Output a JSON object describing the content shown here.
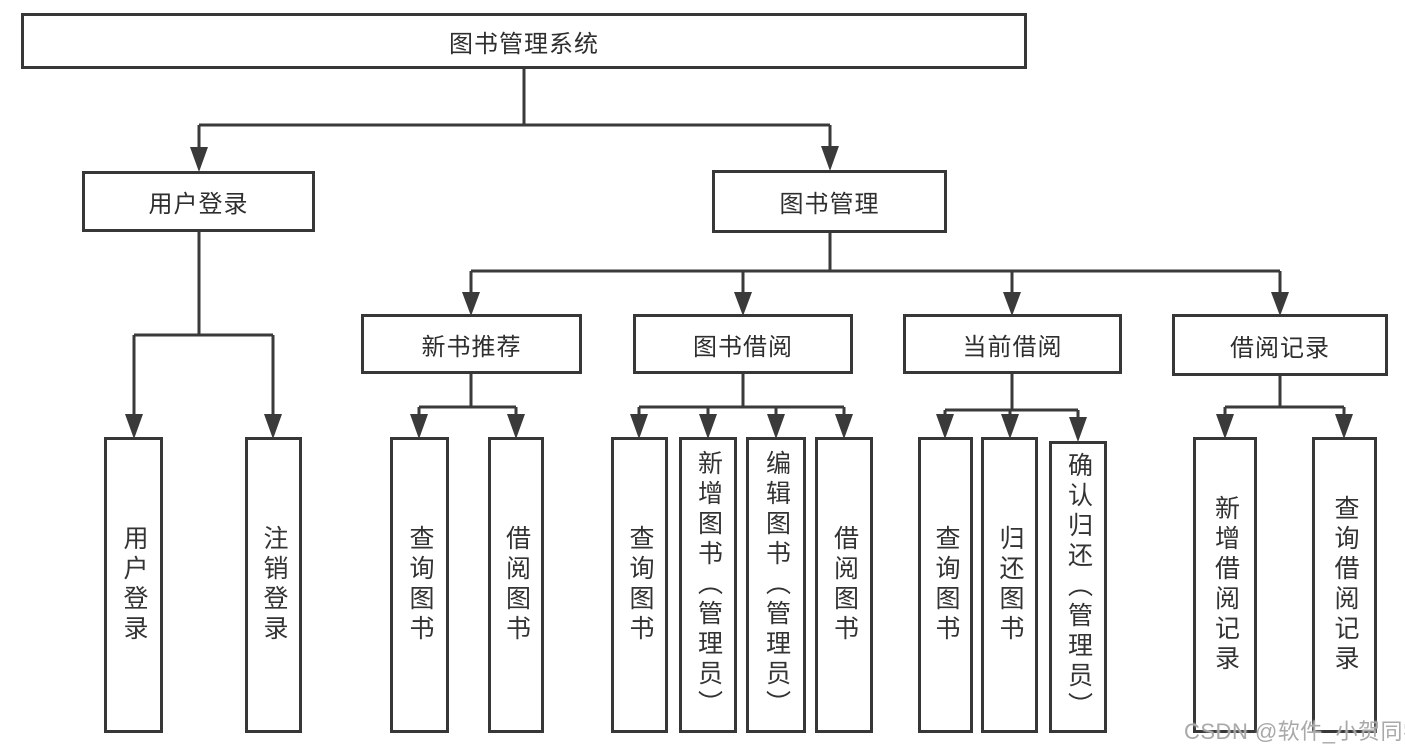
{
  "nodes": {
    "root": {
      "label": "图书管理系统"
    },
    "level1": {
      "user_login": {
        "label": "用户登录"
      },
      "book_management": {
        "label": "图书管理"
      }
    },
    "level2": {
      "new_book_recommend": {
        "label": "新书推荐"
      },
      "book_borrow": {
        "label": "图书借阅"
      },
      "current_borrow": {
        "label": "当前借阅"
      },
      "borrow_record": {
        "label": "借阅记录"
      }
    },
    "leaves": {
      "user_login": {
        "label": "用户登录"
      },
      "logout": {
        "label": "注销登录"
      },
      "recommend_query_book": {
        "label": "查询图书"
      },
      "recommend_borrow_book": {
        "label": "借阅图书"
      },
      "borrow_query_book": {
        "label": "查询图书"
      },
      "add_book_admin": {
        "label": "新增图书（管理员）"
      },
      "edit_book_admin": {
        "label": "编辑图书（管理员）"
      },
      "borrow_borrow_book": {
        "label": "借阅图书"
      },
      "current_query_book": {
        "label": "查询图书"
      },
      "return_book": {
        "label": "归还图书"
      },
      "confirm_return_admin": {
        "label": "确认归还（管理员）"
      },
      "add_borrow_record": {
        "label": "新增借阅记录"
      },
      "query_borrow_record": {
        "label": "查询借阅记录"
      }
    }
  },
  "watermark": {
    "text": "CSDN @软件_小贺同学"
  },
  "colors": {
    "line": "#3a3a3a",
    "box_border": "#373737",
    "text": "#2e2e2e",
    "watermark": "#a9a9a9",
    "background": "#ffffff"
  }
}
